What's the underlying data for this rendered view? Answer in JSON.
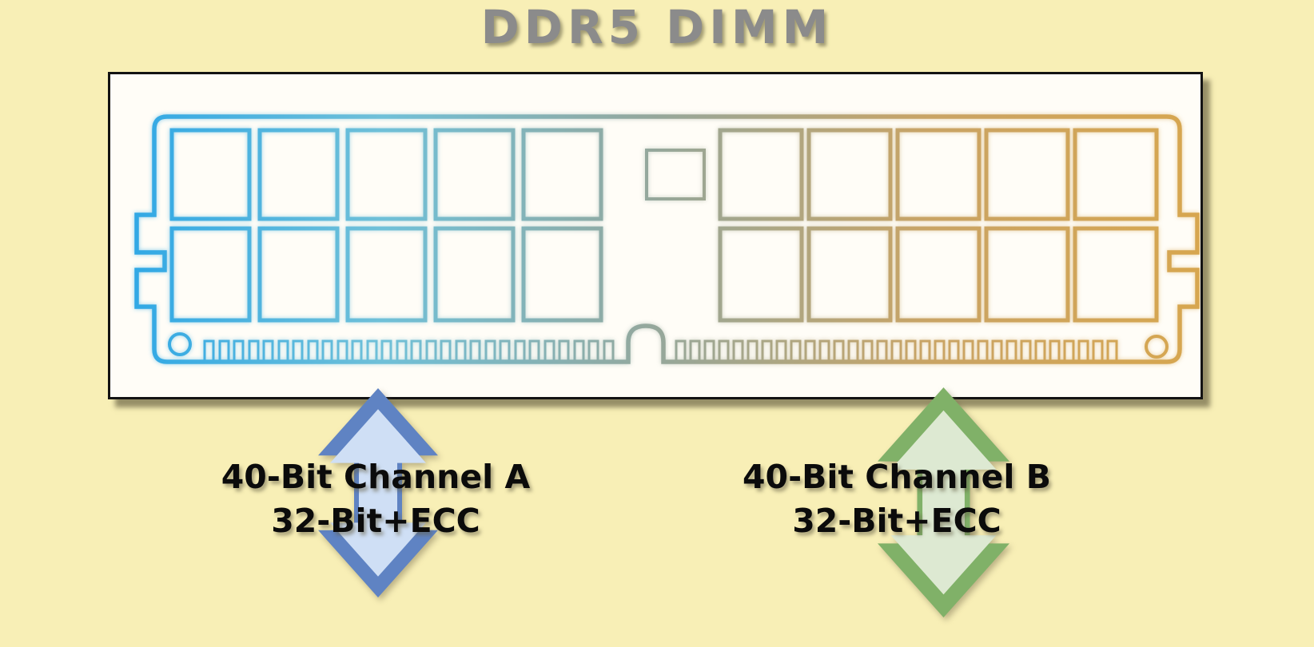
{
  "title": "DDR5 DIMM",
  "board": {
    "description": "DDR5 DIMM module outline",
    "chips_per_group": 5,
    "chip_rows": 2,
    "chip_groups": 2,
    "register_chips": 1,
    "pins_left_count": 28,
    "pins_right_count": 31,
    "mounting_holes": 2,
    "key_notches": 1
  },
  "channels": [
    {
      "name": "Channel A",
      "line1": "40-Bit Channel A",
      "line2": "32-Bit+ECC",
      "arrow": "blue-double-arrow"
    },
    {
      "name": "Channel B",
      "line1": "40-Bit Channel B",
      "line2": "32-Bit+ECC",
      "arrow": "green-double-arrow"
    }
  ],
  "colors": {
    "background": "#f8efb6",
    "title_text": "#8b8b8b",
    "box_background": "#fffdf7",
    "box_border": "#131313",
    "outline_left": "#2ba6e6",
    "outline_mid_left": "#6fc0d8",
    "outline_mid": "#95a79b",
    "outline_mid_right": "#c9a465",
    "outline_right": "#d7a64f",
    "arrow_blue_outer": "#5f83c3",
    "arrow_blue_inner": "#cfdff5",
    "arrow_green_outer": "#80b168",
    "arrow_green_inner": "#dde9d2",
    "label_text": "#0b0b0b"
  }
}
